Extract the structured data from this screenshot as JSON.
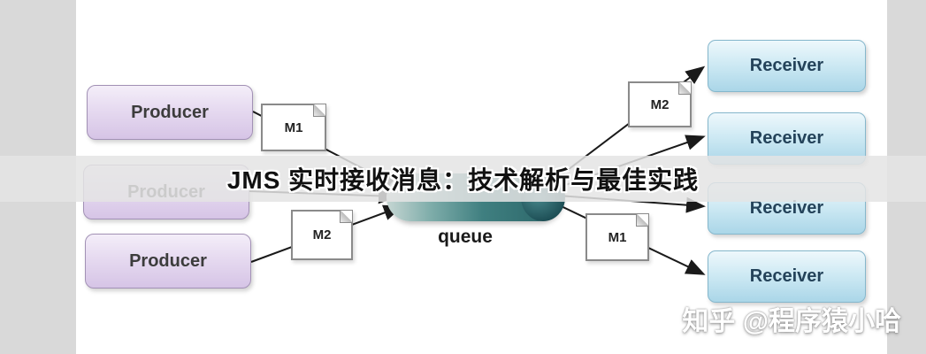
{
  "banner": {
    "title": "JMS 实时接收消息：技术解析与最佳实践"
  },
  "watermark": "知乎 @程序猿小哈",
  "diagram": {
    "producers": [
      "Producer",
      "Producer",
      "Producer"
    ],
    "receivers": [
      "Receiver",
      "Receiver",
      "Receiver",
      "Receiver"
    ],
    "queue_label": "queue",
    "left_messages": [
      "M1",
      "M2"
    ],
    "right_messages": [
      "M2",
      "M1"
    ],
    "colors": {
      "producer_fill": "#e3d7ee",
      "producer_border": "#a291b5",
      "receiver_fill": "#cfe9f3",
      "receiver_border": "#85b7cc",
      "queue_teal": "#2e6b6d",
      "arrow": "#1a1a1a",
      "banner_bg": "#e4e4e4",
      "margin_gray": "#d9d9d9"
    }
  }
}
